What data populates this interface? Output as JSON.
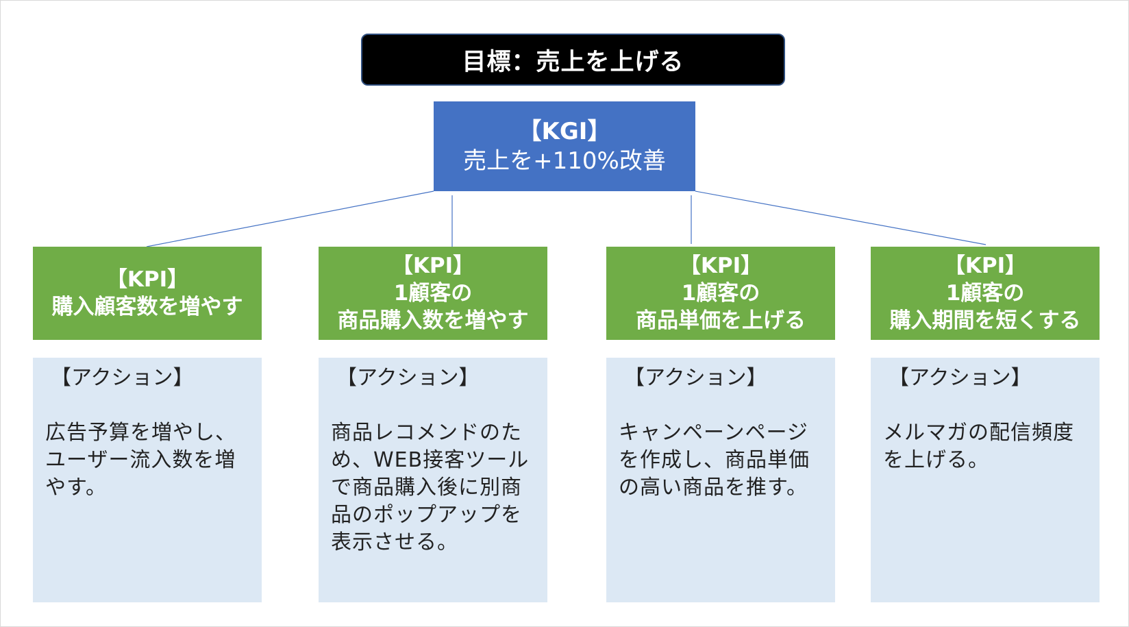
{
  "goal": {
    "label": "目標：売上を上げる"
  },
  "kgi": {
    "label": "【KGI】",
    "value": "売上を+110%改善"
  },
  "kpis": [
    {
      "label": "【KPI】",
      "lines": [
        "購入顧客数を増やす"
      ]
    },
    {
      "label": "【KPI】",
      "lines": [
        "1顧客の",
        "商品購入数を増やす"
      ]
    },
    {
      "label": "【KPI】",
      "lines": [
        "1顧客の",
        "商品単価を上げる"
      ]
    },
    {
      "label": "【KPI】",
      "lines": [
        "1顧客の",
        "購入期間を短くする"
      ]
    }
  ],
  "actions": [
    {
      "title": "【アクション】",
      "text": "広告予算を増やし、ユーザー流入数を増やす。"
    },
    {
      "title": "【アクション】",
      "text": "商品レコメンドのため、WEB接客ツールで商品購入後に別商品のポップアップを表示させる。"
    },
    {
      "title": "【アクション】",
      "text": "キャンペーンページを作成し、商品単価の高い商品を推す。"
    },
    {
      "title": "【アクション】",
      "text": "メルマガの配信頻度を上げる。"
    }
  ],
  "colors": {
    "goal_bg": "#000000",
    "kgi_bg": "#4472c4",
    "kpi_bg": "#70ad47",
    "action_bg": "#dce8f4",
    "connector": "#4472c4"
  }
}
